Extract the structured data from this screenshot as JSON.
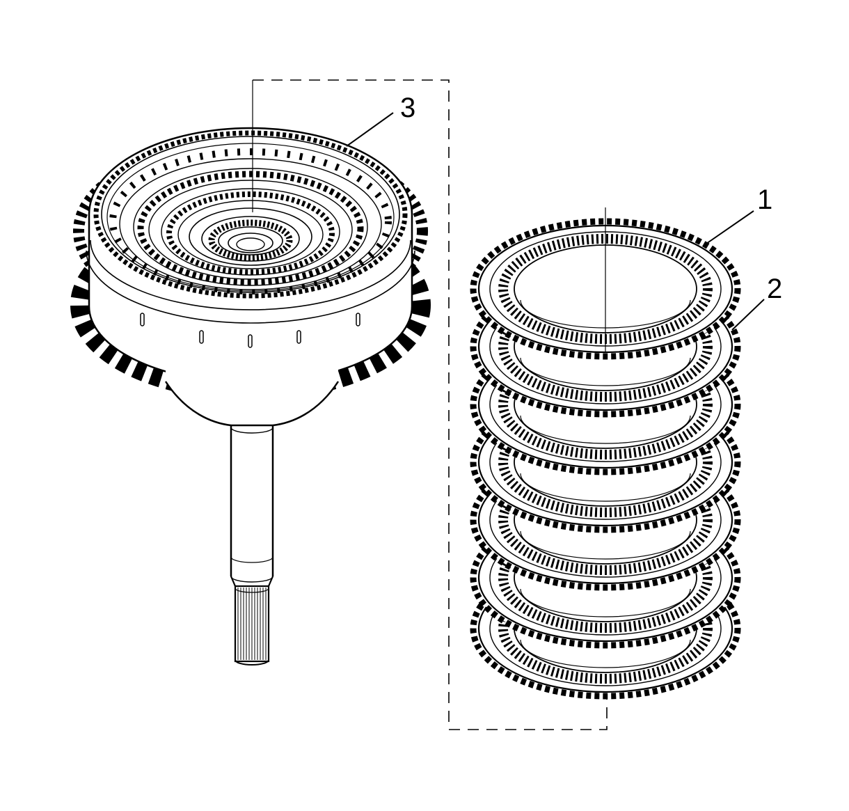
{
  "figure": {
    "background": "#ffffff",
    "ink": "#000000",
    "callouts": [
      {
        "id": 1,
        "label": "1"
      },
      {
        "id": 2,
        "label": "2"
      },
      {
        "id": 3,
        "label": "3"
      }
    ]
  }
}
